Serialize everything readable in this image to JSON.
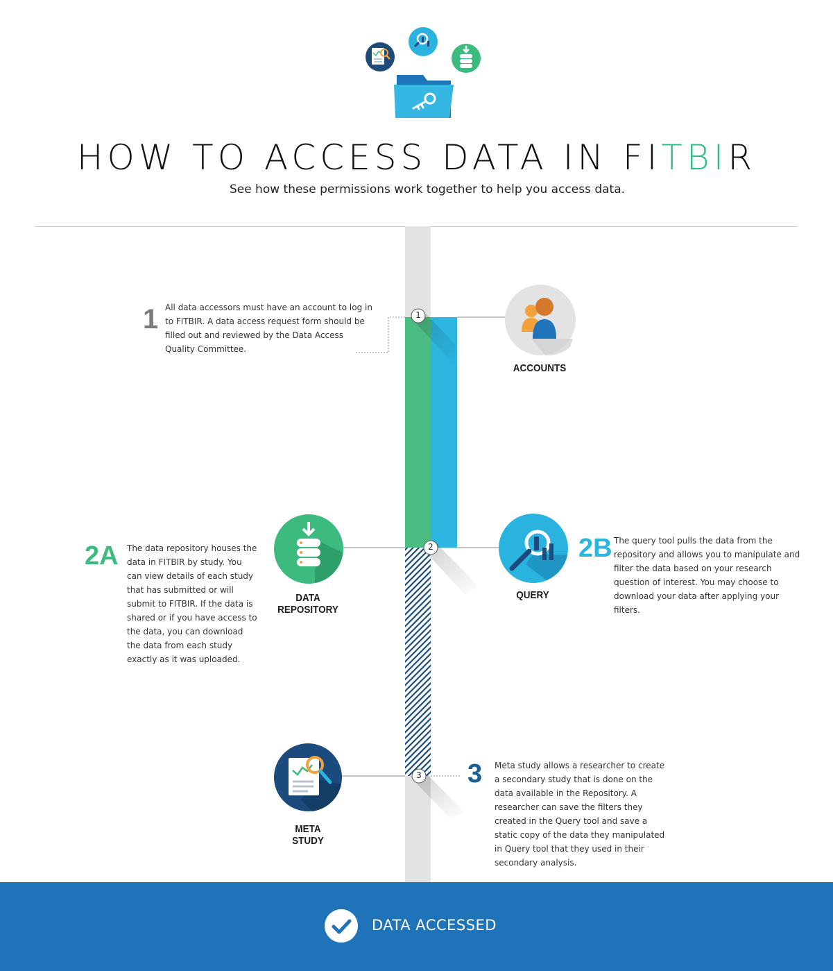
{
  "header": {
    "title_part1": "HOW TO ACCESS DATA IN FI",
    "title_highlight": "TBI",
    "title_part2": "R",
    "subtitle": "See how these permissions work together to help you access data.",
    "icons": [
      "meta-study-icon",
      "query-icon",
      "data-repository-icon",
      "folder-key-icon"
    ]
  },
  "steps": [
    {
      "number": "1",
      "marker": "1",
      "label": "ACCOUNTS",
      "icon": "accounts-icon",
      "description": "All data accessors must have an account to log in to FITBIR. A data access request form should be filled out and reviewed by the Data Access Quality Committee.",
      "color": "#7a7a7a"
    },
    {
      "number": "2A",
      "marker": "2",
      "label_line1": "DATA",
      "label_line2": "REPOSITORY",
      "icon": "data-repository-icon",
      "description": "The data repository houses the data in FITBIR by study. You can view details of each study that has submitted or will submit to FITBIR. If the data is shared or if you have access to the data, you can download the data from each study exactly as it was uploaded.",
      "color": "#3dbb7f"
    },
    {
      "number": "2B",
      "label": "QUERY",
      "icon": "query-icon",
      "description": "The query tool pulls the data from the repository and allows you to manipulate and filter the data based on your research question of interest. You may choose to download your data after applying your filters.",
      "color": "#2bb5df"
    },
    {
      "number": "3",
      "marker": "3",
      "label_line1": "META",
      "label_line2": "STUDY",
      "icon": "meta-study-icon",
      "description": "Meta study allows a researcher to create a secondary study that is done on the data available in the Repository. A researcher can save the filters they created in the Query tool and save a static copy of the data they manipulated in Query tool that they used in their secondary analysis.",
      "color": "#1a5f96"
    }
  ],
  "footer": {
    "text": "DATA ACCESSED",
    "icon": "checkmark-icon",
    "color": "#1f74b9"
  },
  "colors": {
    "green": "#4cbd82",
    "cyan": "#2bb5df",
    "navy": "#1a4b7c",
    "track": "#e3e3e3"
  }
}
